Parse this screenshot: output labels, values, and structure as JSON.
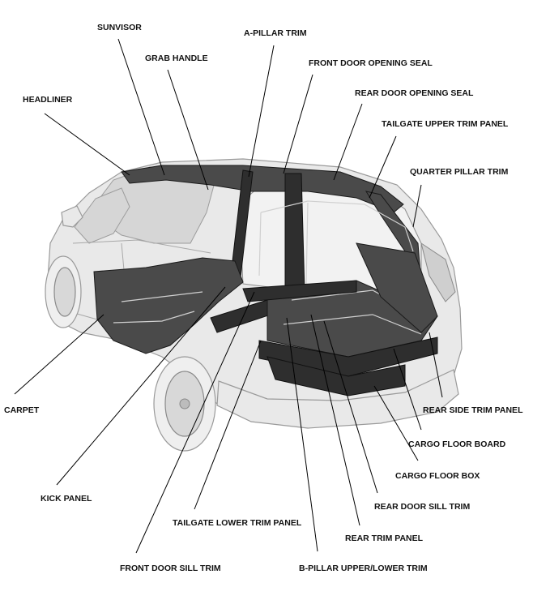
{
  "labels": {
    "sunvisor": "SUNVISOR",
    "a_pillar_trim": "A-PILLAR TRIM",
    "grab_handle": "GRAB HANDLE",
    "front_door_opening_seal": "FRONT DOOR OPENING SEAL",
    "headliner": "HEADLINER",
    "rear_door_opening_seal": "REAR DOOR OPENING SEAL",
    "tailgate_upper_trim_panel": "TAILGATE UPPER TRIM PANEL",
    "quarter_pillar_trim": "QUARTER PILLAR TRIM",
    "carpet": "CARPET",
    "rear_side_trim_panel": "REAR SIDE TRIM PANEL",
    "cargo_floor_board": "CARGO FLOOR BOARD",
    "cargo_floor_box": "CARGO FLOOR BOX",
    "kick_panel": "KICK PANEL",
    "rear_door_sill_trim": "REAR DOOR SILL TRIM",
    "tailgate_lower_trim_panel": "TAILGATE LOWER TRIM PANEL",
    "rear_trim_panel": "REAR TRIM PANEL",
    "front_door_sill_trim": "FRONT DOOR SILL TRIM",
    "b_pillar_upper_lower_trim": "B-PILLAR UPPER/LOWER TRIM"
  }
}
